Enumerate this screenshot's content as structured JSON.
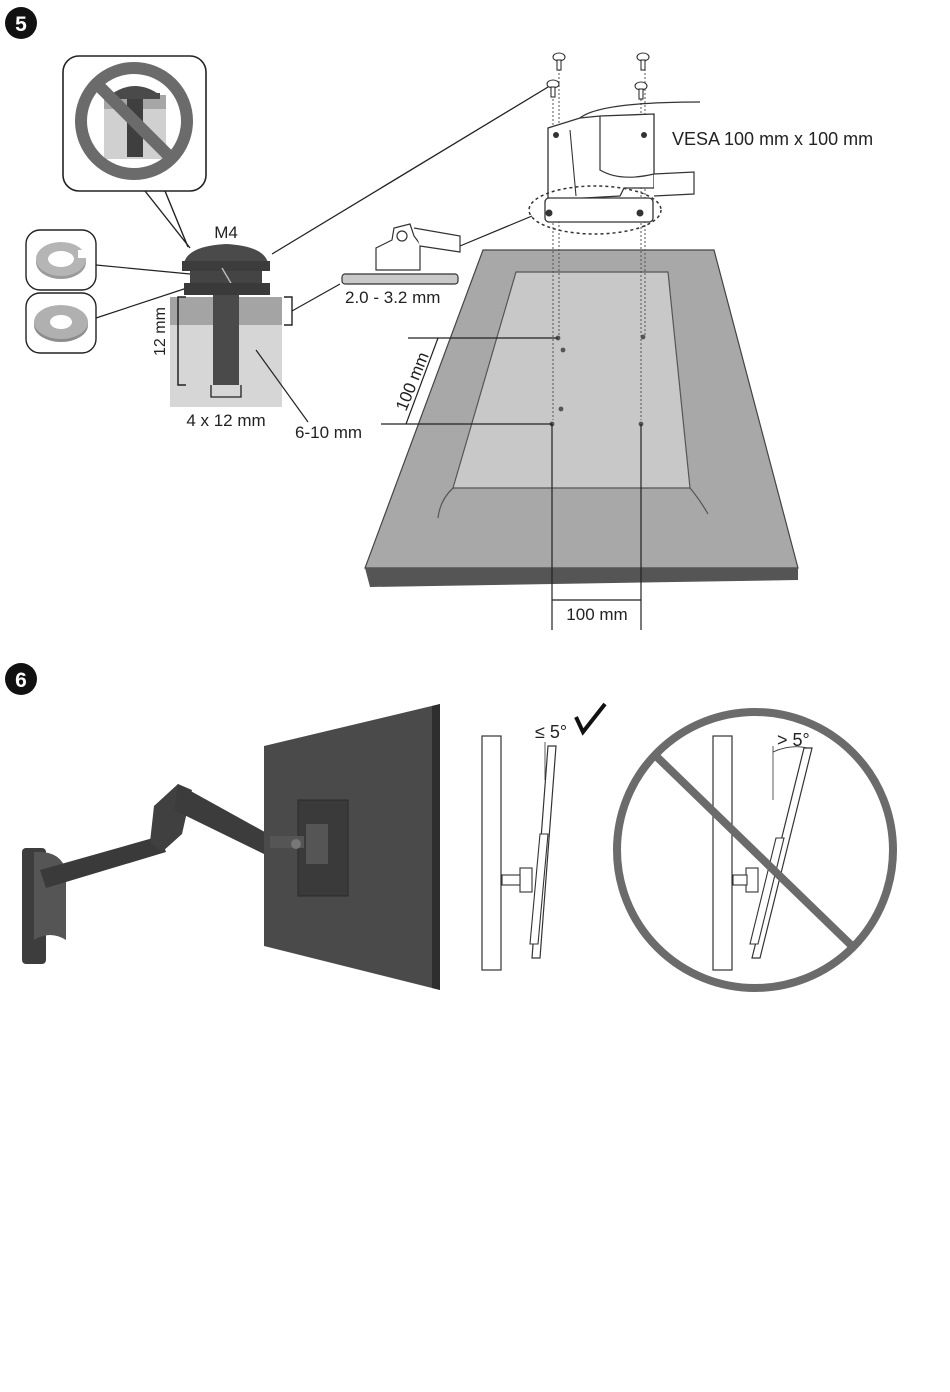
{
  "steps": {
    "step5": {
      "number": "5"
    },
    "step6": {
      "number": "6"
    }
  },
  "labels": {
    "screw_size": "M4",
    "vesa": "VESA 100 mm x 100 mm",
    "bracket_thickness": "2.0 - 3.2 mm",
    "screw_length_vertical": "12 mm",
    "screw_spec": "4 x 12 mm",
    "thread_depth": "6-10 mm",
    "hole_spacing_vertical": "100 mm",
    "hole_spacing_horizontal": "100 mm",
    "tilt_ok": "≤ 5°",
    "tilt_bad": "> 5°"
  },
  "colors": {
    "dark": "#3f3f3f",
    "mid": "#8a8a8a",
    "panel": "#9a9a9a",
    "light": "#d6d6d6",
    "outline": "#333333",
    "prohibit": "#6b6b6b"
  }
}
